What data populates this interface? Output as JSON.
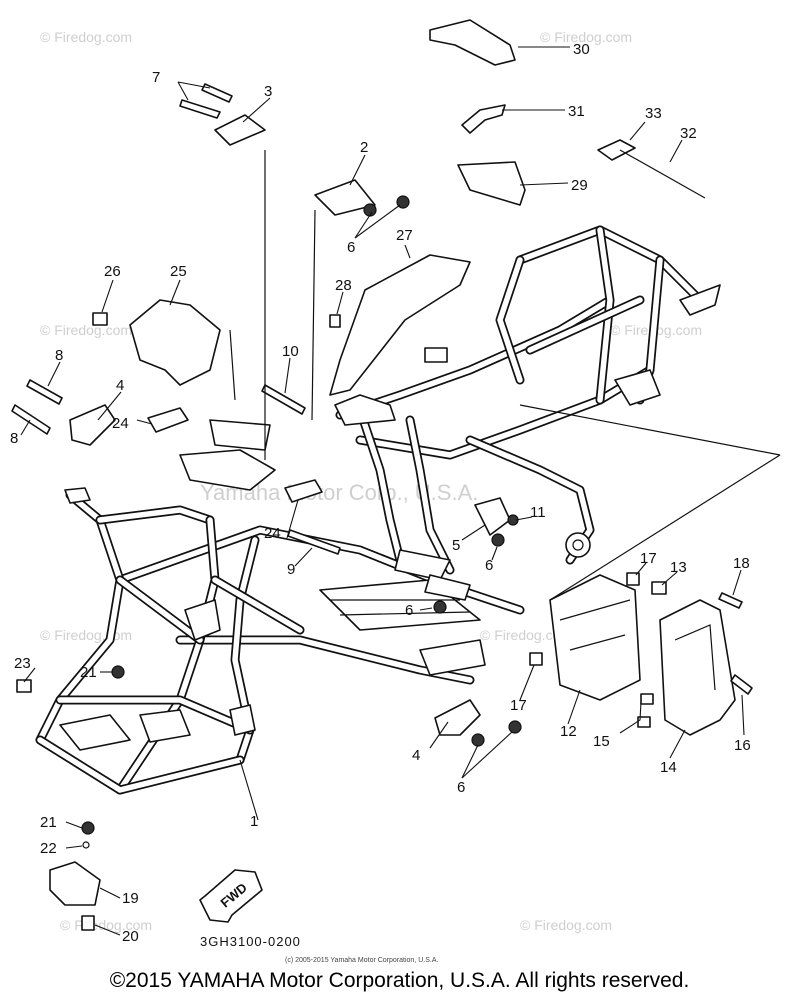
{
  "watermarks": [
    "© Firedog.com",
    "© Firedog.com",
    "© Firedog.com",
    "© Firedog.com",
    "© Firedog.com",
    "© Firedog.com",
    "© Firedog.com",
    "© Firedog.com",
    "Yamaha Motor Corp., U.S.A."
  ],
  "callouts": [
    "1",
    "2",
    "3",
    "4",
    "4",
    "5",
    "6",
    "6",
    "6",
    "6",
    "7",
    "8",
    "8",
    "9",
    "10",
    "11",
    "12",
    "13",
    "14",
    "15",
    "16",
    "17",
    "17",
    "18",
    "19",
    "20",
    "21",
    "21",
    "22",
    "23",
    "24",
    "24",
    "25",
    "26",
    "27",
    "28",
    "29",
    "30",
    "31",
    "32",
    "33"
  ],
  "fwd_label": "FWD",
  "diagram_code": "3GH3100-0200",
  "diagram_copyright_small": "(c) 2005-2015 Yamaha Motor Corporation, U.S.A.",
  "copyright": "©2015 YAMAHA Motor Corporation, U.S.A. All rights reserved."
}
